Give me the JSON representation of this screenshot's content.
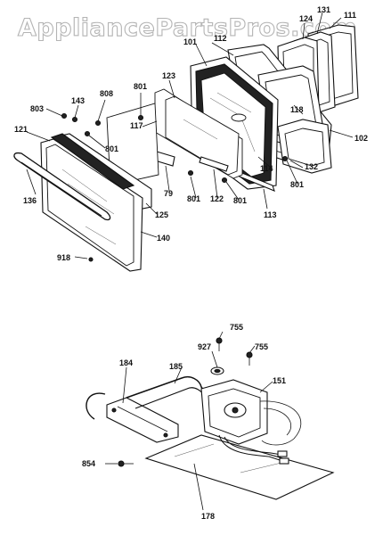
{
  "watermark": "AppliancePartsPros.com",
  "door_assembly": {
    "labels": [
      "111",
      "131",
      "124",
      "112",
      "101",
      "123",
      "801",
      "808",
      "143",
      "803",
      "121",
      "117",
      "118",
      "102",
      "801",
      "114",
      "132",
      "801",
      "136",
      "125",
      "79",
      "801",
      "122",
      "801",
      "113",
      "140",
      "918"
    ]
  },
  "hinge_assembly": {
    "labels": [
      "755",
      "927",
      "755",
      "184",
      "185",
      "151",
      "854",
      "178"
    ]
  }
}
